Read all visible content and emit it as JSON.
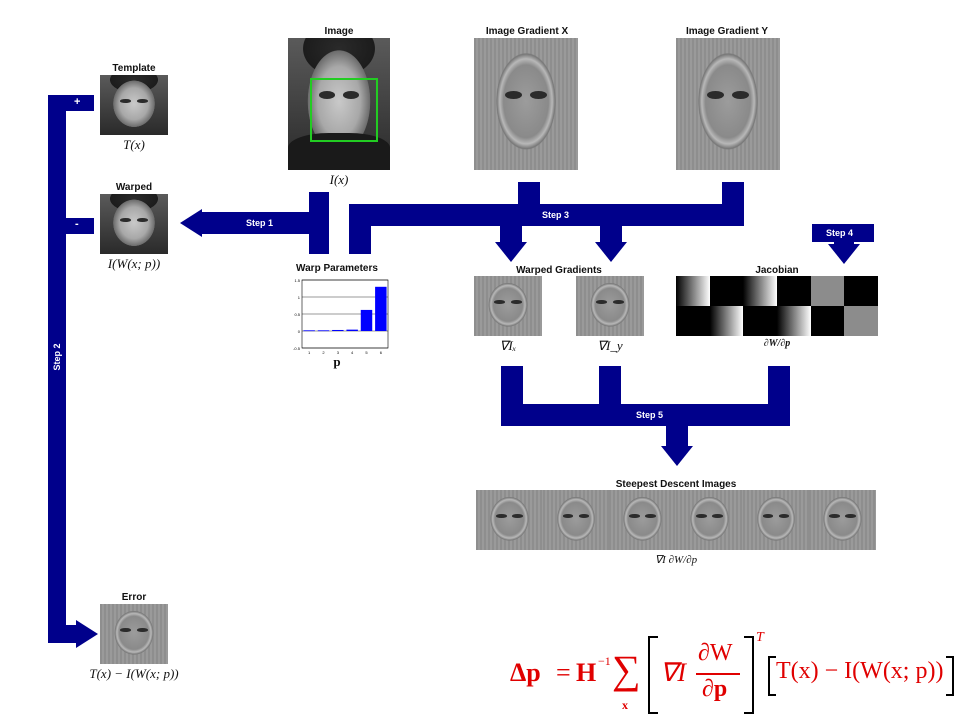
{
  "panels": {
    "template": {
      "title": "Template",
      "math": "T(x)"
    },
    "warped": {
      "title": "Warped",
      "math": "I(W(x; p))"
    },
    "error": {
      "title": "Error",
      "math": "T(x) − I(W(x; p))"
    },
    "image": {
      "title": "Image",
      "math": "I(x)"
    },
    "gradient_x": {
      "title": "Image Gradient X"
    },
    "gradient_y": {
      "title": "Image Gradient Y"
    },
    "warp_params": {
      "title": "Warp Parameters",
      "math": "p"
    },
    "warped_gradients": {
      "title": "Warped Gradients",
      "math_x": "∇Iₓ",
      "math_y": "∇I_y"
    },
    "jacobian": {
      "title": "Jacobian",
      "math": "∂W/∂p"
    },
    "steepest": {
      "title": "Steepest Descent Images",
      "math": "∇I ∂W/∂p"
    }
  },
  "steps": {
    "step1": "Step 1",
    "step2": "Step 2",
    "step3": "Step 3",
    "step4": "Step 4",
    "step5": "Step 5"
  },
  "signs": {
    "plus": "+",
    "minus": "-"
  },
  "formula": {
    "lhs": "Δp",
    "eq": "=",
    "hinv": "H",
    "sup": "−1",
    "sum": "∑",
    "sub": "x",
    "grad": "∇I",
    "dw": "∂W",
    "dp": "∂p",
    "T": "T",
    "rest": "T(x) − I(W(x; p))"
  },
  "colors": {
    "arrow": "#00008b",
    "box": "#22cc22",
    "formula": "#e00000",
    "bars": "#0000ff"
  },
  "chart_data": {
    "type": "bar",
    "categories": [
      "1",
      "2",
      "3",
      "4",
      "5",
      "6"
    ],
    "values": [
      0.02,
      0.02,
      0.03,
      0.04,
      0.62,
      1.3
    ],
    "ylim": [
      -0.5,
      1.5
    ],
    "yticks": [
      "-0.5",
      "0",
      "0.5",
      "1",
      "1.5"
    ],
    "xticks": [
      "1",
      "2",
      "3",
      "4",
      "5",
      "6"
    ],
    "grid": true
  }
}
